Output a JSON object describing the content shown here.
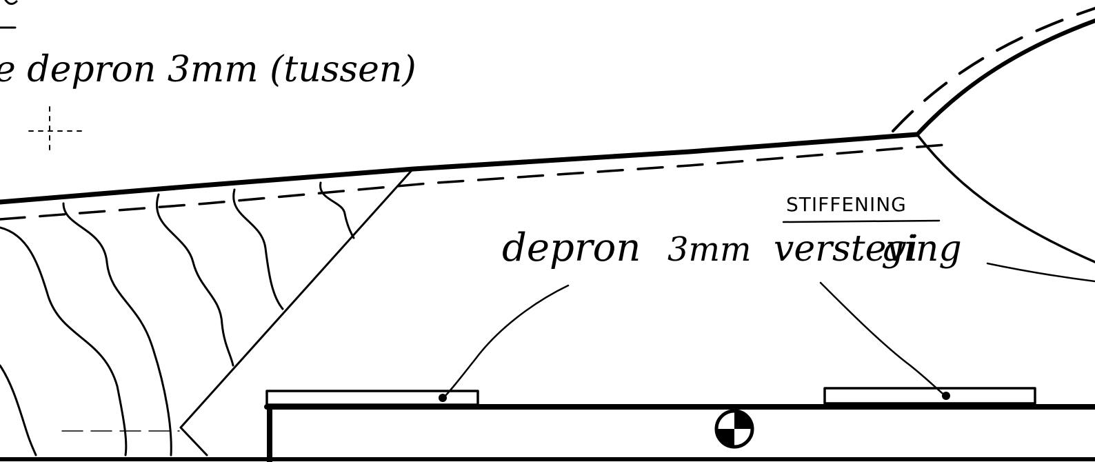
{
  "labels": {
    "top_note": "e depron 3mm (tussen)",
    "main_label_depron": "depron",
    "main_label_size": "3mm",
    "main_label_verst": "verstevi",
    "main_label_tail": "ging",
    "stiffening": "STIFFENING"
  },
  "colors": {
    "ink": "#000000",
    "paper": "#ffffff"
  },
  "icons": {
    "balance_point": "center-of-gravity-icon"
  }
}
